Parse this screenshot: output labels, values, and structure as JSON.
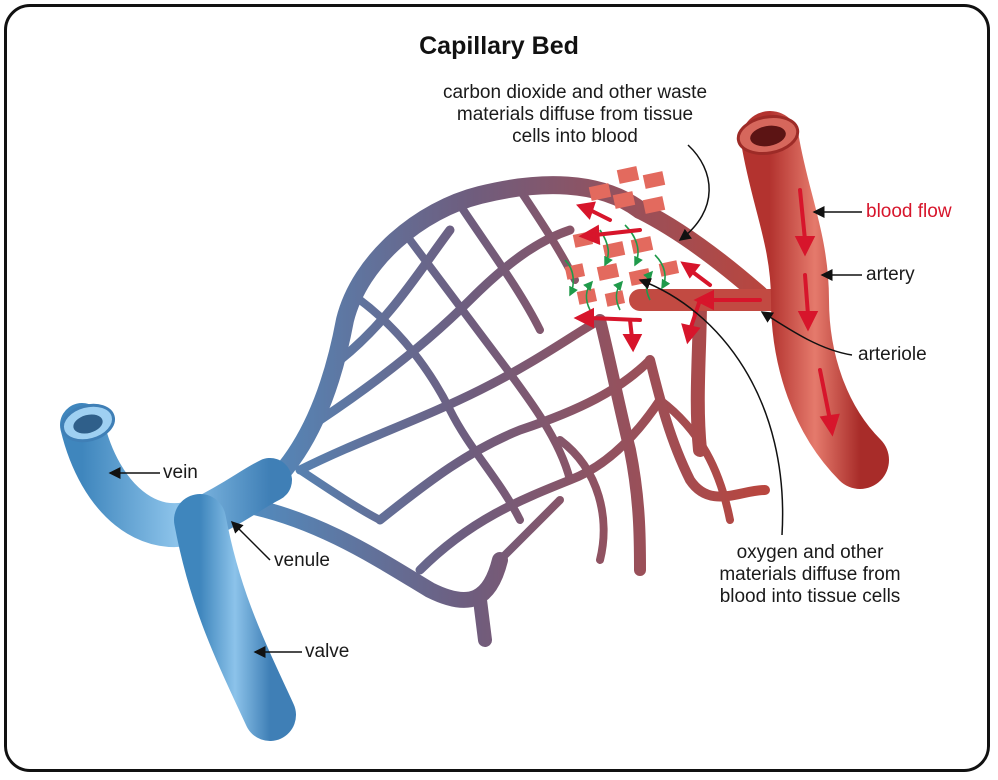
{
  "title": "Capillary Bed",
  "labels": {
    "co2_line1": "carbon dioxide and other waste",
    "co2_line2": "materials diffuse from tissue",
    "co2_line3": "cells into blood",
    "blood_flow": "blood flow",
    "artery": "artery",
    "arteriole": "arteriole",
    "vein": "vein",
    "venule": "venule",
    "valve": "valve",
    "o2_line1": "oxygen and other",
    "o2_line2": "materials diffuse from",
    "o2_line3": "blood into tissue cells"
  },
  "colors": {
    "artery": "#c8443e",
    "vein": "#4e94c8",
    "flow_arrow": "#d7152b",
    "tissue_cell": "#e36a5e",
    "diffusion_arrow": "#1f9a4a"
  }
}
